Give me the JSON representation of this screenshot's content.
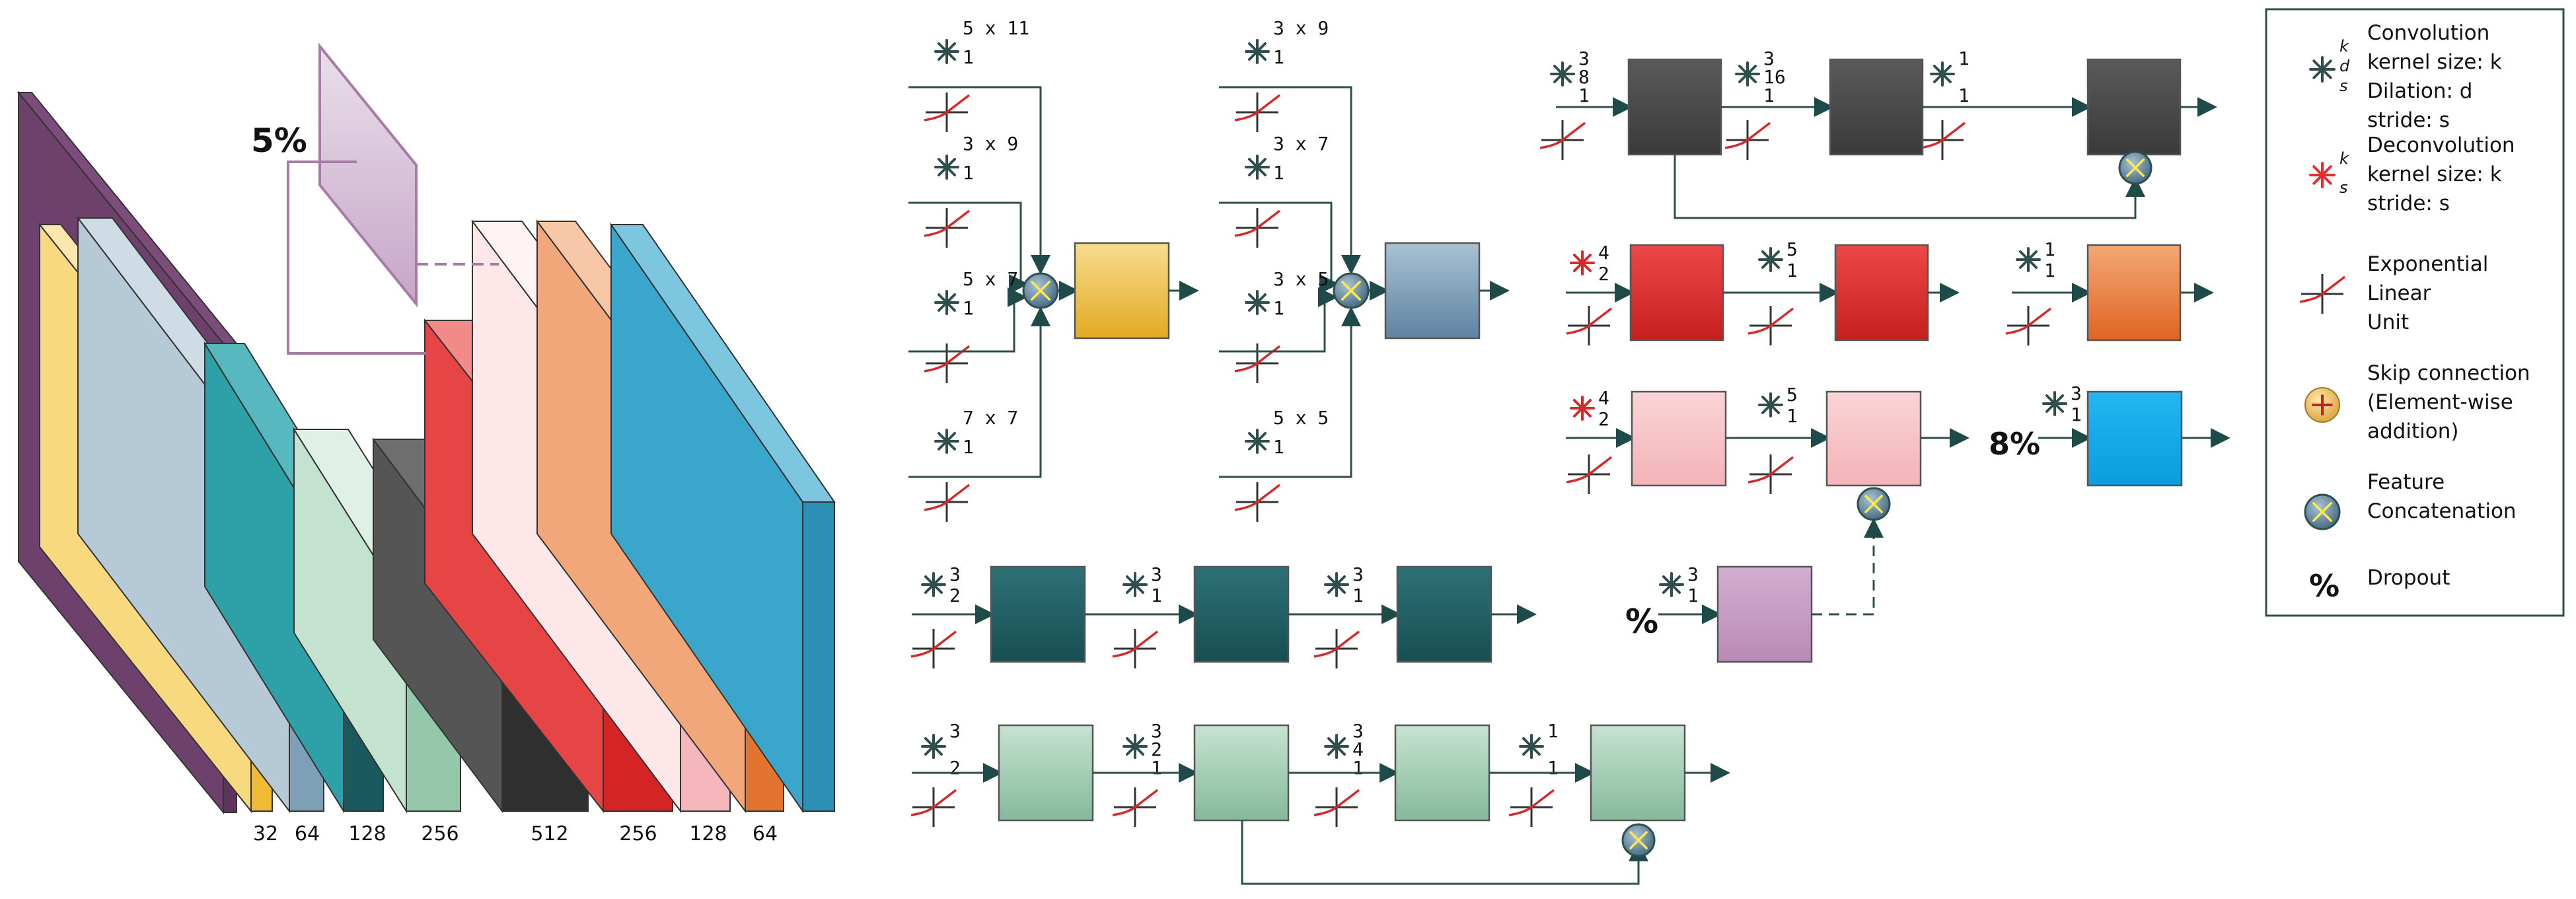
{
  "left_diagram": {
    "dropout_label": "5%",
    "channel_labels": [
      "32",
      "64",
      "128",
      "256",
      "512",
      "256",
      "128",
      "64"
    ]
  },
  "inception_blocks": {
    "a": {
      "kernels": [
        "5 x 11",
        "3 x 9",
        "5 x 7",
        "7 x 7"
      ],
      "stride": "1"
    },
    "b": {
      "kernels": [
        "3 x 9",
        "3 x 7",
        "3 x 5",
        "5 x 5"
      ],
      "stride": "1"
    }
  },
  "rows": {
    "dark_row": {
      "params": [
        [
          "3",
          "8",
          "1"
        ],
        [
          "3",
          "16",
          "1"
        ],
        [
          "1",
          "",
          "1"
        ]
      ]
    },
    "red_row": {
      "params": [
        [
          "4",
          "2"
        ],
        [
          "5",
          "1"
        ]
      ],
      "single": [
        "1",
        "1"
      ]
    },
    "pink_row": {
      "params": [
        [
          "4",
          "2"
        ],
        [
          "5",
          "1"
        ]
      ],
      "dropout": "8%",
      "single": [
        "3",
        "1"
      ]
    },
    "purple_row": {
      "dropout": "%",
      "params": [
        "3",
        "1"
      ]
    },
    "teal_row": {
      "params": [
        [
          "3",
          "2"
        ],
        [
          "3",
          "1"
        ],
        [
          "3",
          "1"
        ]
      ]
    },
    "green_row": {
      "params": [
        [
          "3",
          "",
          "2"
        ],
        [
          "3",
          "2",
          "1"
        ],
        [
          "3",
          "4",
          "1"
        ],
        [
          "1",
          "",
          "1"
        ]
      ]
    }
  },
  "legend": {
    "items": [
      {
        "icon": "convolution-icon",
        "lines": [
          "Convolution",
          "kernel size: k",
          "Dilation: d",
          "stride: s"
        ],
        "sym": [
          "k",
          "d",
          "s"
        ]
      },
      {
        "icon": "deconvolution-icon",
        "lines": [
          "Deconvolution",
          "kernel size: k",
          "stride: s"
        ],
        "sym": [
          "k",
          "s"
        ]
      },
      {
        "icon": "elu-icon",
        "lines": [
          "Exponential",
          "Linear",
          "Unit"
        ]
      },
      {
        "icon": "skip-connection-icon",
        "lines": [
          "Skip connection",
          "(Element-wise",
          "addition)"
        ]
      },
      {
        "icon": "concat-icon",
        "lines": [
          "Feature",
          "Concatenation"
        ]
      },
      {
        "icon": "dropout-icon",
        "lines": [
          "Dropout"
        ],
        "sym_text": "%"
      }
    ]
  },
  "colors": {
    "purple": "#6b3d6a",
    "yellow": "#f0c24a",
    "steel": "#8aa7bf",
    "teal": "#1e5f63",
    "mint": "#8fc4a6",
    "dark": "#3c3c3c",
    "red": "#d62a2a",
    "pink": "#f6c6c8",
    "orange": "#e67a3c",
    "blue": "#2f9fc7",
    "cyan": "#14a8e8",
    "lavender": "#c69bc4",
    "line": "#2f4f4f",
    "arrow": "#1f4a4a"
  }
}
